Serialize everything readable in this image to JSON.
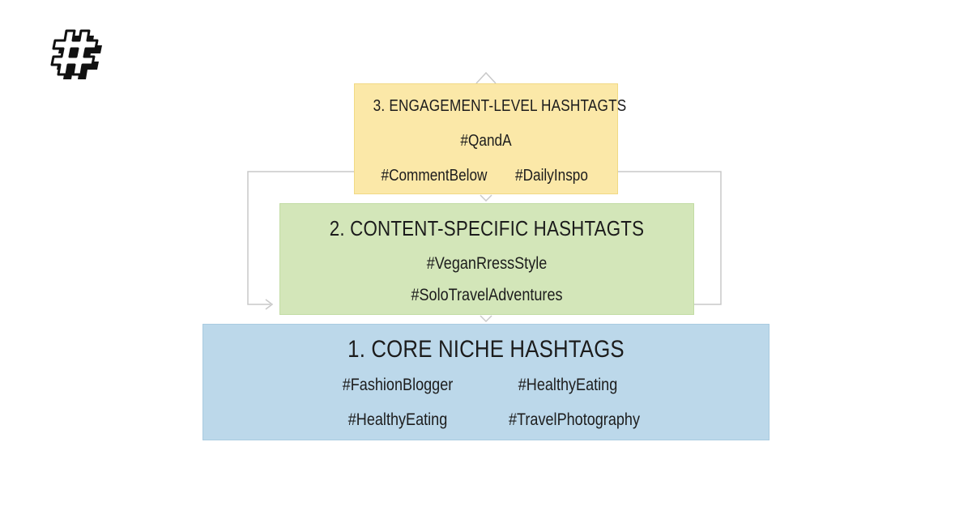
{
  "logo": {
    "icon": "hashtag-logo-icon"
  },
  "colors": {
    "tier3": "#fbe8a8",
    "tier2": "#d3e6b9",
    "tier1": "#bcd8ea",
    "connector": "#c9c9c9"
  },
  "tiers": {
    "engagement": {
      "title": "3. ENGAGEMENT-LEVEL HASHTAGTS",
      "tags": [
        "#QandA",
        "#CommentBelow",
        "#DailyInspo"
      ]
    },
    "content": {
      "title": "2. CONTENT-SPECIFIC HASHTAGTS",
      "tags": [
        "#VeganRressStyle",
        "#SoloTravelAdventures"
      ]
    },
    "core": {
      "title": "1. CORE NICHE HASHTAGS",
      "tags": [
        "#FashionBlogger",
        "#HealthyEating",
        "#HealthyEating",
        "#TravelPhotography"
      ]
    }
  }
}
